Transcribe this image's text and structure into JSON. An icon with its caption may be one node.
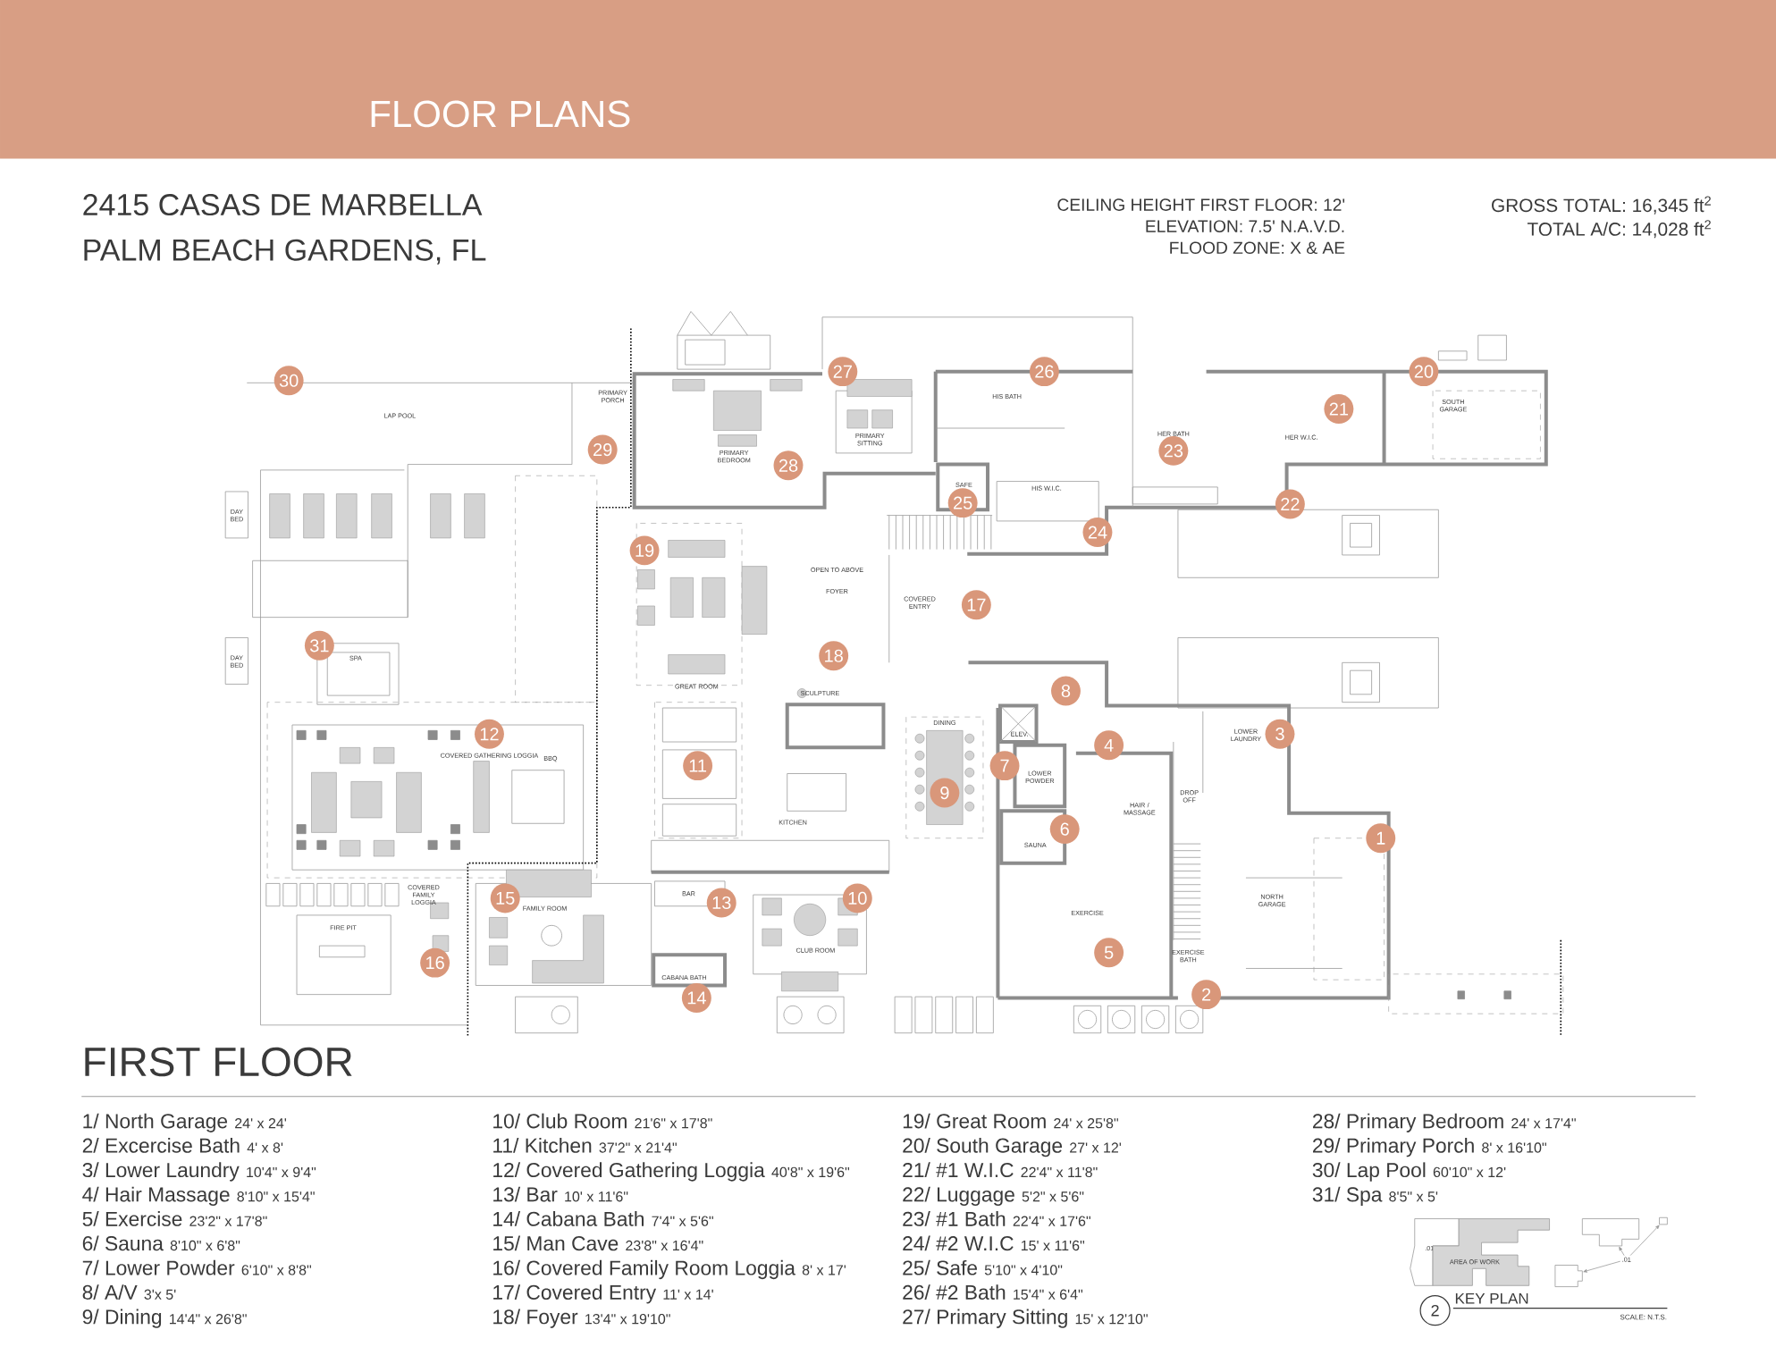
{
  "diagram": {
    "title": "FLOOR PLANS",
    "nodes": [
      {
        "text": [
          "1"
        ]
      },
      {
        "text": [
          "2"
        ]
      },
      {
        "text": [
          "3"
        ]
      },
      {
        "text": [
          "4"
        ]
      },
      {
        "text": [
          "5"
        ]
      },
      {
        "text": [
          "6"
        ]
      },
      {
        "text": [
          "7"
        ]
      },
      {
        "text": [
          "8"
        ]
      },
      {
        "text": [
          "9"
        ]
      },
      {
        "text": [
          "10"
        ]
      },
      {
        "text": [
          "11"
        ]
      },
      {
        "text": [
          "12"
        ]
      },
      {
        "text": [
          "13"
        ]
      },
      {
        "text": [
          "14"
        ]
      },
      {
        "text": [
          "15"
        ]
      },
      {
        "text": [
          "16"
        ]
      },
      {
        "text": [
          "17"
        ]
      },
      {
        "text": [
          "18"
        ]
      },
      {
        "text": [
          "19"
        ]
      },
      {
        "text": [
          "20"
        ]
      },
      {
        "text": [
          "21"
        ]
      },
      {
        "text": [
          "22"
        ]
      },
      {
        "text": [
          "23"
        ]
      },
      {
        "text": [
          "24"
        ]
      },
      {
        "text": [
          "25"
        ]
      },
      {
        "text": [
          "26"
        ]
      },
      {
        "text": [
          "27"
        ]
      },
      {
        "text": [
          "28"
        ]
      },
      {
        "text": [
          "29"
        ]
      },
      {
        "text": [
          "30"
        ]
      },
      {
        "text": [
          "31"
        ]
      },
      {
        "text": [
          ".01"
        ]
      },
      {
        "text": [
          "AREA OF WORK"
        ]
      },
      {
        "text": [
          ".01"
        ]
      },
      {
        "text": [],
        "shape": "box"
      },
      {
        "text": [],
        "shape": "box"
      },
      {
        "text": [],
        "shape": "box"
      },
      {
        "text": [
          "2"
        ]
      }
    ],
    "edges": [
      {
        "from": 33,
        "to": 34,
        "arrow": "to"
      },
      {
        "from": 33,
        "to": 35,
        "arrow": "to"
      },
      {
        "from": 33,
        "to": 36,
        "arrow": "to"
      }
    ],
    "labels": [
      "2415 CASAS DE MARBELLA",
      "PALM BEACH GARDENS, FL",
      "CEILING HEIGHT FIRST FLOOR: 12'",
      "ELEVATION: 7.5' N.A.V.D.",
      "FLOOD ZONE: X & AE",
      "GROSS TOTAL: 16,345 ft$^{2}$",
      "TOTAL A/C: 14,028 ft$^{2}$",
      "LAP POOL",
      "PRIMARY PORCH",
      "PRIMARY BEDROOM",
      "PRIMARY SITTING",
      "DAY BED",
      "DAY BED",
      "SPA",
      "OPEN TO ABOVE",
      "FOYER",
      "HIS BATH",
      "HER BATH",
      "HER W.I.C.",
      "SOUTH GARAGE",
      "SAFE",
      "HIS W.I.C.",
      "COVERED ENTRY",
      "GREAT ROOM",
      "SCULPTURE",
      "COVERED GATHERING LOGGIA",
      "BBQ",
      "KITCHEN",
      "FAMILY ROOM",
      "FIRE PIT",
      "COVERED FAMILY LOGGIA",
      "BAR",
      "CABANA BATH",
      "CLUB ROOM",
      "DINING",
      "ELEV.",
      "LOWER POWDER",
      "LOWER LAUNDRY",
      "HAIR / MASSAGE",
      "DROP OFF",
      "SAUNA",
      "EXERCISE",
      "EXERCISE BATH",
      "NORTH GARAGE",
      "FIRST FLOOR",
      "1/ North Garage",
      "24' x 24'",
      "2/ Excercise Bath",
      "4' x 8'",
      "3/ Lower Laundry",
      "10'4\" x 9'4\"",
      "4/ Hair Massage",
      "8'10\" x 15'4\"",
      "5/ Exercise",
      "23'2\" x 17'8\"",
      "6/ Sauna",
      "8'10\" x 6'8\"",
      "7/ Lower Powder",
      "6'10\" x 8'8\"",
      "8/ A/V",
      "3'x 5'",
      "9/ Dining",
      "14'4\" x 26'8\"",
      "10/ Club Room",
      "21'6\" x 17'8\"",
      "11/ Kitchen",
      "37'2\" x 21'4\"",
      "12/ Covered Gathering Loggia",
      "40'8\" x 19'6\"",
      "13/ Bar",
      "10' x 11'6\"",
      "14/ Cabana Bath",
      "7'4\" x 5'6\"",
      "15/ Man Cave",
      "23'8\" x 16'4\"",
      "16/ Covered Family Room Loggia",
      "8' x 17'",
      "17/ Covered Entry",
      "11' x 14'",
      "18/ Foyer",
      "13'4\" x 19'10\"",
      "19/ Great Room",
      "24' x 25'8\"",
      "20/ South Garage",
      "27' x 12'",
      "21/ #1 W.I.C",
      "22'4\" x 11'8\"",
      "22/ Luggage",
      "5'2\" x 5'6\"",
      "23/ #1 Bath",
      "22'4\" x 17'6\"",
      "24/ #2 W.I.C",
      "15' x 11'6\"",
      "25/ Safe",
      "5'10\" x 4'10\"",
      "26/ #2 Bath",
      "15'4\" x 6'4\"",
      "27/ Primary Sitting",
      "15' x 12'10\"",
      "28/ Primary Bedroom",
      "24' x 17'4\"",
      "29/ Primary Porch",
      "8' x 16'10\"",
      "30/ Lap Pool",
      "60'10\" x 12'",
      "31/ Spa",
      "8'5\" x 5'",
      "KEY PLAN",
      "SCALE: N.T.S."
    ]
  }
}
